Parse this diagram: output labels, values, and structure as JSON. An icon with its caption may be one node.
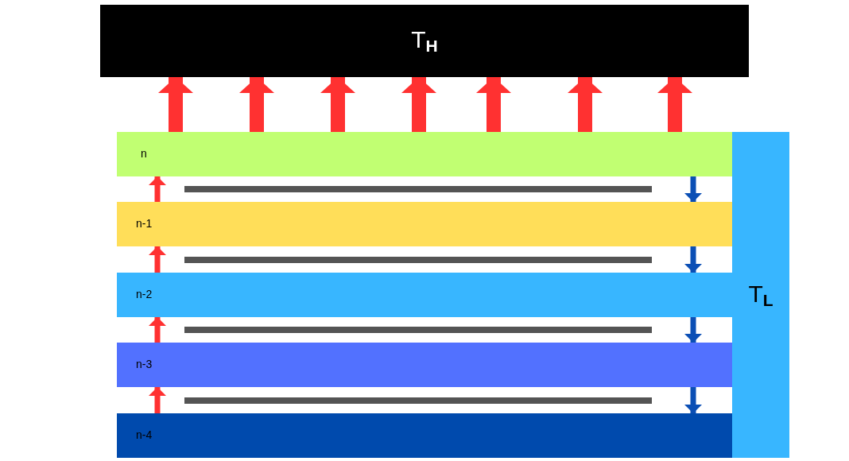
{
  "diagram": {
    "nodes": [
      {
        "text": [
          "T$_{H}$"
        ]
      },
      {
        "text": [
          "n"
        ]
      },
      {
        "text": [
          "n-1"
        ]
      },
      {
        "text": [
          "n-2"
        ]
      },
      {
        "text": [
          "n-3"
        ]
      },
      {
        "text": [
          "n-4"
        ]
      },
      {
        "text": [
          "T$_{L}$"
        ]
      }
    ],
    "edges": [
      {
        "from": 1,
        "to": 0,
        "arrow": "to",
        "style": "thick"
      },
      {
        "from": 1,
        "to": 0,
        "arrow": "to",
        "style": "thick"
      },
      {
        "from": 1,
        "to": 0,
        "arrow": "to",
        "style": "thick"
      },
      {
        "from": 1,
        "to": 0,
        "arrow": "to",
        "style": "thick"
      },
      {
        "from": 1,
        "to": 0,
        "arrow": "to",
        "style": "thick"
      },
      {
        "from": 1,
        "to": 0,
        "arrow": "to",
        "style": "thick"
      },
      {
        "from": 1,
        "to": 0,
        "arrow": "to",
        "style": "thick"
      },
      {
        "from": 2,
        "to": 1,
        "arrow": "to"
      },
      {
        "from": 1,
        "to": 2,
        "arrow": "to",
        "color": "#0b4fb5"
      },
      {
        "from": 3,
        "to": 2,
        "arrow": "to"
      },
      {
        "from": 2,
        "to": 3,
        "arrow": "to",
        "color": "#0b4fb5"
      },
      {
        "from": 4,
        "to": 3,
        "arrow": "to"
      },
      {
        "from": 3,
        "to": 4,
        "arrow": "to",
        "color": "#0b4fb5"
      },
      {
        "from": 5,
        "to": 4,
        "arrow": "to"
      },
      {
        "from": 4,
        "to": 5,
        "arrow": "to",
        "color": "#0b4fb5"
      }
    ]
  }
}
